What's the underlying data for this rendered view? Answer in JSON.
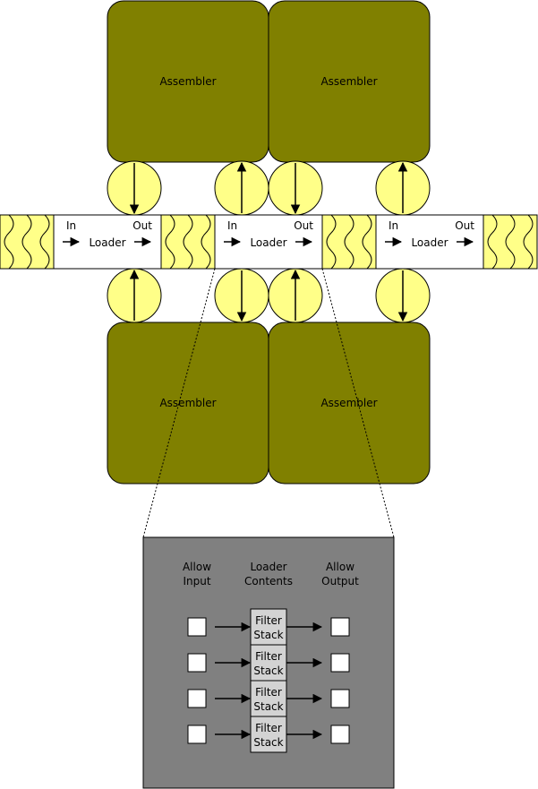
{
  "assemblers": [
    {
      "label": "Assembler"
    },
    {
      "label": "Assembler"
    },
    {
      "label": "Assembler"
    },
    {
      "label": "Assembler"
    }
  ],
  "loaders": [
    {
      "in_label": "In",
      "out_label": "Out",
      "label": "Loader"
    },
    {
      "in_label": "In",
      "out_label": "Out",
      "label": "Loader"
    },
    {
      "in_label": "In",
      "out_label": "Out",
      "label": "Loader"
    }
  ],
  "detail": {
    "col_allow_input": [
      "Allow",
      "Input"
    ],
    "col_loader_contents": [
      "Loader",
      "Contents"
    ],
    "col_allow_output": [
      "Allow",
      "Output"
    ],
    "filter_stacks": [
      [
        "Filter",
        "Stack"
      ],
      [
        "Filter",
        "Stack"
      ],
      [
        "Filter",
        "Stack"
      ],
      [
        "Filter",
        "Stack"
      ]
    ]
  },
  "colors": {
    "assembler_fill": "#808000",
    "inserter_fill": "#ffff88",
    "belt_fill": "#ffff88",
    "detail_fill": "#808080",
    "filter_fill": "#d3d3d3"
  }
}
